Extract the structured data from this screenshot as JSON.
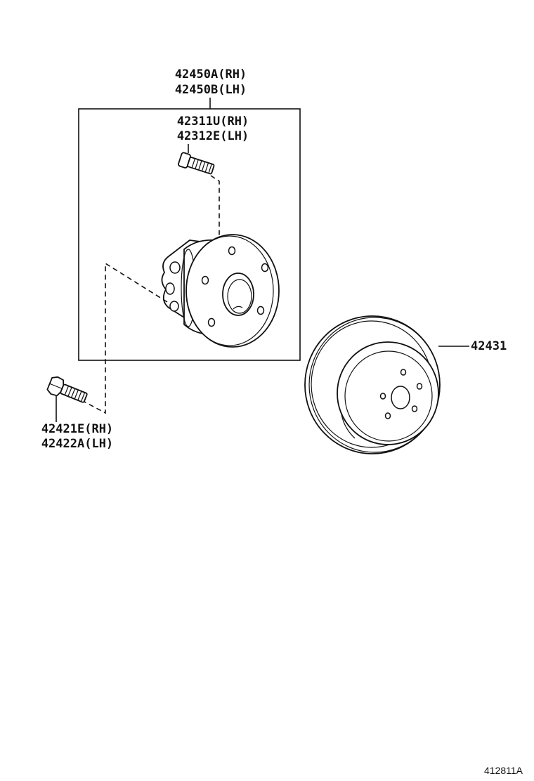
{
  "callouts": {
    "hub_assembly": {
      "rh": "42450A(RH)",
      "lh": "42450B(LH)"
    },
    "hub_bolt": {
      "rh": "42311U(RH)",
      "lh": "42312E(LH)"
    },
    "mount_bolt": {
      "rh": "42421E(RH)",
      "lh": "42422A(LH)"
    },
    "disc": "42431"
  },
  "figure_id": "412811A"
}
